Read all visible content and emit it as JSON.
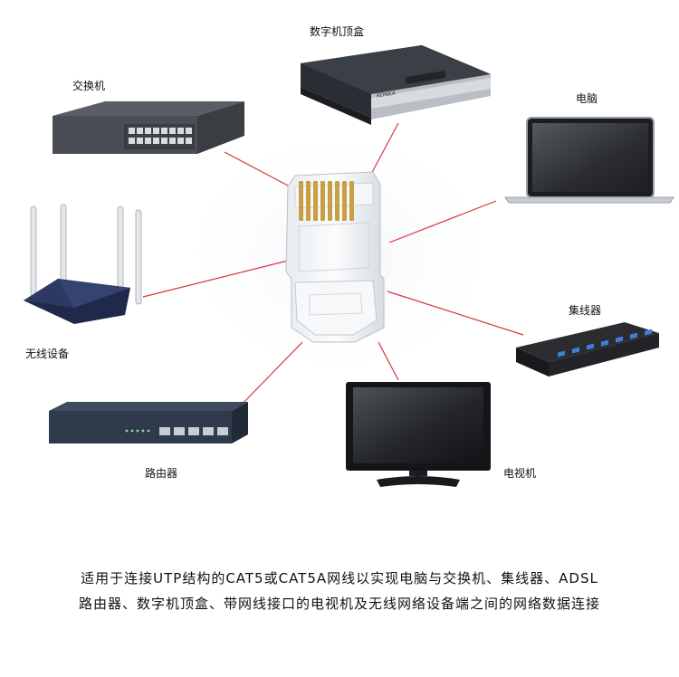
{
  "devices": {
    "set_top_box": {
      "label": "数字机顶盒",
      "brand": "KONKA"
    },
    "switch": {
      "label": "交换机"
    },
    "computer": {
      "label": "电脑"
    },
    "wireless": {
      "label": "无线设备"
    },
    "hub": {
      "label": "集线器"
    },
    "router": {
      "label": "路由器"
    },
    "tv": {
      "label": "电视机"
    }
  },
  "caption": {
    "line1": "适用于连接UTP结构的CAT5或CAT5A网线以实现电脑与交换机、集线器、ADSL",
    "line2": "路由器、数字机顶盒、带网线接口的电视机及无线网络设备端之间的网络数据连接"
  },
  "colors": {
    "connector_line": "#d9363e"
  }
}
